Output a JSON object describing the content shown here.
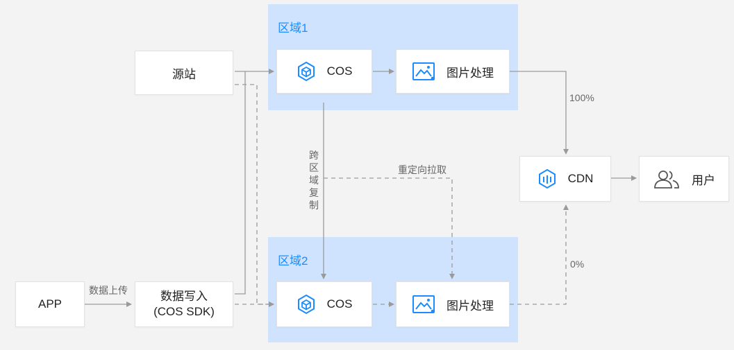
{
  "regions": {
    "region1": "区域1",
    "region2": "区域2"
  },
  "nodes": {
    "origin": "源站",
    "cos1": "COS",
    "img1": "图片处理",
    "cdn": "CDN",
    "user": "用户",
    "app": "APP",
    "write_line1": "数据写入",
    "write_line2": "(COS SDK)",
    "cos2": "COS",
    "img2": "图片处理"
  },
  "edge_labels": {
    "pct_top": "100%",
    "pct_bottom": "0%",
    "upload": "数据上传",
    "redirect": "重定向拉取",
    "cross_region": [
      "跨",
      "区",
      "域",
      "复",
      "制"
    ]
  },
  "icons": {
    "cos": "cube-hexagon-icon",
    "image": "image-icon",
    "cdn": "cdn-hexagon-icon",
    "user": "users-icon"
  },
  "colors": {
    "accent": "#1a8cff",
    "region_bg": "#cfe3ff",
    "line": "#9a9a9a",
    "background": "#f3f3f3"
  }
}
